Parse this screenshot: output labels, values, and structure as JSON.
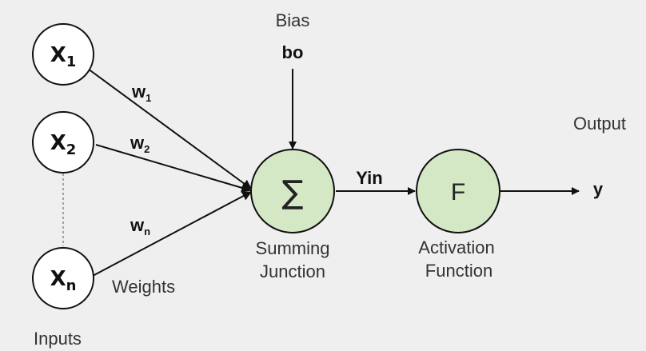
{
  "colors": {
    "background": "#efefef",
    "stroke": "#111111",
    "input_node_fill": "#ffffff",
    "processing_node_fill": "#d4e8c6"
  },
  "inputs": {
    "label": "Inputs",
    "nodes": [
      {
        "main": "X",
        "sub": "1"
      },
      {
        "main": "X",
        "sub": "2"
      },
      {
        "main": "X",
        "sub": "n"
      }
    ]
  },
  "weights": {
    "label": "Weights",
    "items": [
      {
        "main": "w",
        "sub": "1"
      },
      {
        "main": "w",
        "sub": "2"
      },
      {
        "main": "w",
        "sub": "n"
      }
    ]
  },
  "bias": {
    "label": "Bias",
    "value": "bo"
  },
  "summing_junction": {
    "symbol": "∑",
    "label_line1": "Summing",
    "label_line2": "Junction"
  },
  "yin": "Yin",
  "activation": {
    "symbol": "F",
    "label_line1": "Activation",
    "label_line2": "Function"
  },
  "output": {
    "label": "Output",
    "value": "y"
  }
}
